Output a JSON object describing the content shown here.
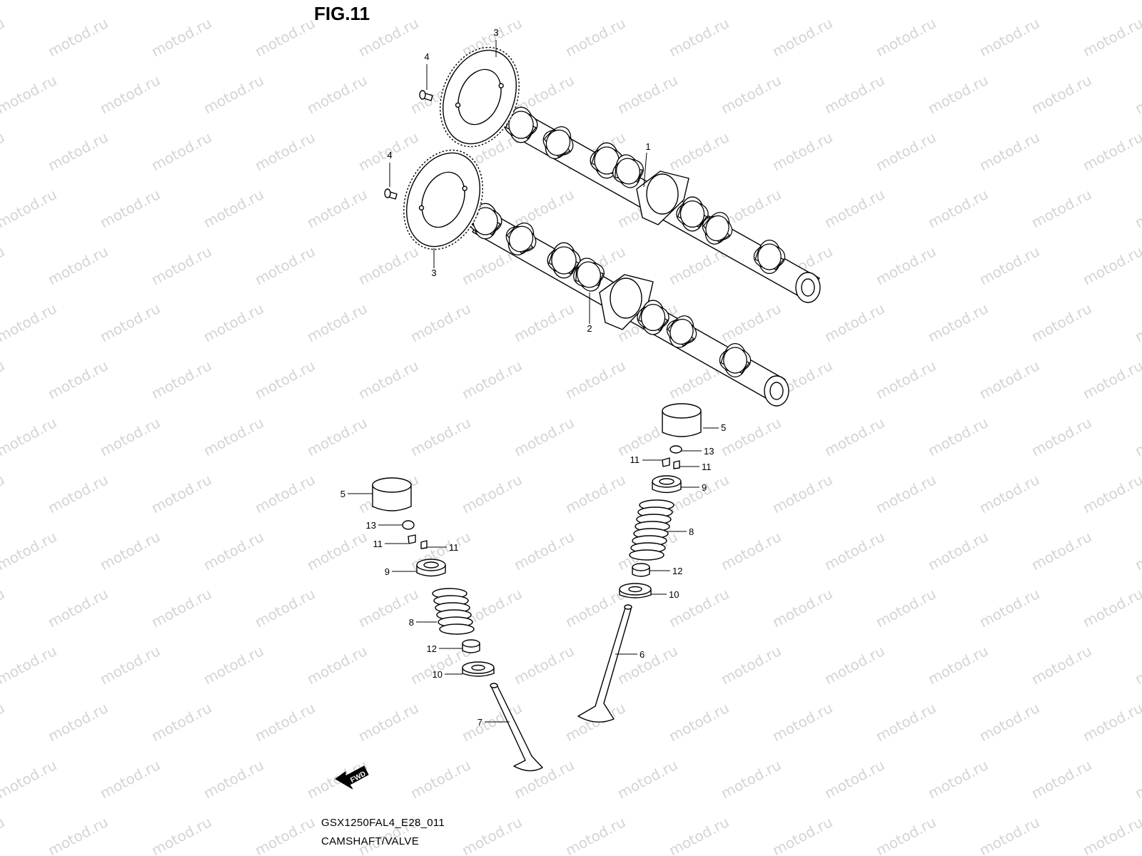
{
  "figure": {
    "title": "FIG.11"
  },
  "footer": {
    "model_code": "GSX1250FAL4_E28_011",
    "section_name": "CAMSHAFT/VALVE"
  },
  "watermark": {
    "text": "motod.ru",
    "color": "#d4d4d4"
  },
  "fwd_indicator": {
    "label": "FWD"
  },
  "callouts": [
    {
      "key": "c-3a",
      "label": "3"
    },
    {
      "key": "c-4a",
      "label": "4"
    },
    {
      "key": "c-4b",
      "label": "4"
    },
    {
      "key": "c-1",
      "label": "1"
    },
    {
      "key": "c-3b",
      "label": "3"
    },
    {
      "key": "c-2",
      "label": "2"
    },
    {
      "key": "c-5r",
      "label": "5"
    },
    {
      "key": "c-13r",
      "label": "13"
    },
    {
      "key": "c-11ra",
      "label": "11"
    },
    {
      "key": "c-11rb",
      "label": "11"
    },
    {
      "key": "c-9r",
      "label": "9"
    },
    {
      "key": "c-8r",
      "label": "8"
    },
    {
      "key": "c-12r",
      "label": "12"
    },
    {
      "key": "c-10r",
      "label": "10"
    },
    {
      "key": "c-6",
      "label": "6"
    },
    {
      "key": "c-5l",
      "label": "5"
    },
    {
      "key": "c-13l",
      "label": "13"
    },
    {
      "key": "c-11la",
      "label": "11"
    },
    {
      "key": "c-11lb",
      "label": "11"
    },
    {
      "key": "c-9l",
      "label": "9"
    },
    {
      "key": "c-8l",
      "label": "8"
    },
    {
      "key": "c-12l",
      "label": "12"
    },
    {
      "key": "c-10l",
      "label": "10"
    },
    {
      "key": "c-7",
      "label": "7"
    }
  ]
}
